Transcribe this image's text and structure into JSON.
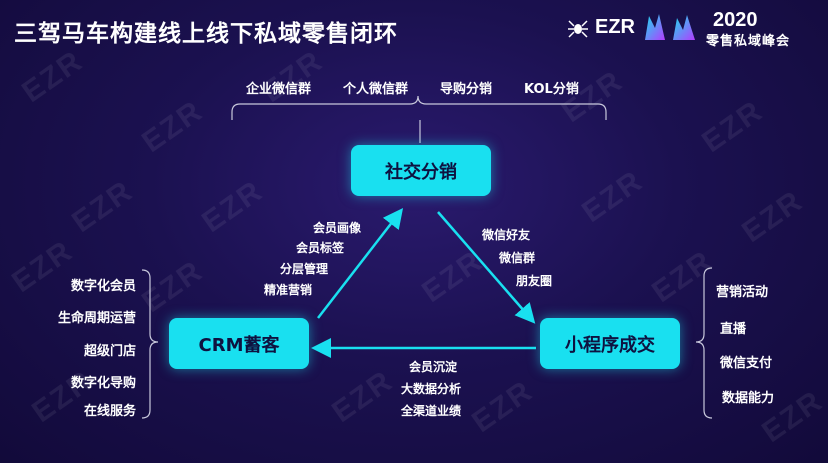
{
  "header": {
    "title": "三驾马车构建线上线下私域零售闭环",
    "brand": "EZR",
    "event_mark_icon": "fire-wordmark-icon",
    "event_year": "2020",
    "event_name": "零售私域峰会"
  },
  "watermark": "EZR",
  "diagram": {
    "nodes": {
      "social": "社交分销",
      "crm": "CRM蓄客",
      "mini": "小程序成交"
    },
    "top_channels": [
      "企业微信群",
      "个人微信群",
      "导购分销",
      "KOL分销"
    ],
    "edge_crm_to_social": [
      "会员画像",
      "会员标签",
      "分层管理",
      "精准营销"
    ],
    "edge_social_to_mini": [
      "微信好友",
      "微信群",
      "朋友圈"
    ],
    "edge_mini_to_crm": [
      "会员沉淀",
      "大数据分析",
      "全渠道业绩"
    ],
    "left_list": [
      "数字化会员",
      "生命周期运营",
      "超级门店",
      "数字化导购",
      "在线服务"
    ],
    "right_list": [
      "营销活动",
      "直播",
      "微信支付",
      "数据能力"
    ]
  },
  "colors": {
    "accent": "#19e0f0",
    "background": "#1b1150"
  }
}
